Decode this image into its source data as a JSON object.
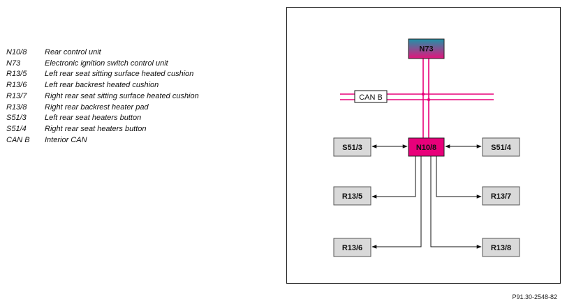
{
  "legend": [
    {
      "code": "N10/8",
      "desc": "Rear control unit"
    },
    {
      "code": "N73",
      "desc": "Electronic ignition switch control unit"
    },
    {
      "code": "R13/5",
      "desc": "Left rear seat sitting surface heated cushion"
    },
    {
      "code": "R13/6",
      "desc": "Left rear backrest heated cushion"
    },
    {
      "code": "R13/7",
      "desc": "Right rear seat sitting surface heated cushion"
    },
    {
      "code": "R13/8",
      "desc": "Right rear backrest heater pad"
    },
    {
      "code": "S51/3",
      "desc": "Left rear seat heaters button"
    },
    {
      "code": "S51/4",
      "desc": "Right rear seat heaters button"
    },
    {
      "code": "CAN B",
      "desc": "Interior CAN"
    }
  ],
  "diagram": {
    "nodes": {
      "n73": "N73",
      "n10_8": "N10/8",
      "s51_3": "S51/3",
      "s51_4": "S51/4",
      "r13_5": "R13/5",
      "r13_7": "R13/7",
      "r13_6": "R13/6",
      "r13_8": "R13/8"
    },
    "bus_label": "CAN B",
    "colors": {
      "can_bus": "#e8007a",
      "n10_8_fill": "#e8007a",
      "n73_gradient_top": "#1f93a8",
      "n73_gradient_bottom": "#e4147c",
      "component_fill": "#d9d9d9"
    }
  },
  "footer": {
    "reference": "P91.30-2548-82"
  }
}
